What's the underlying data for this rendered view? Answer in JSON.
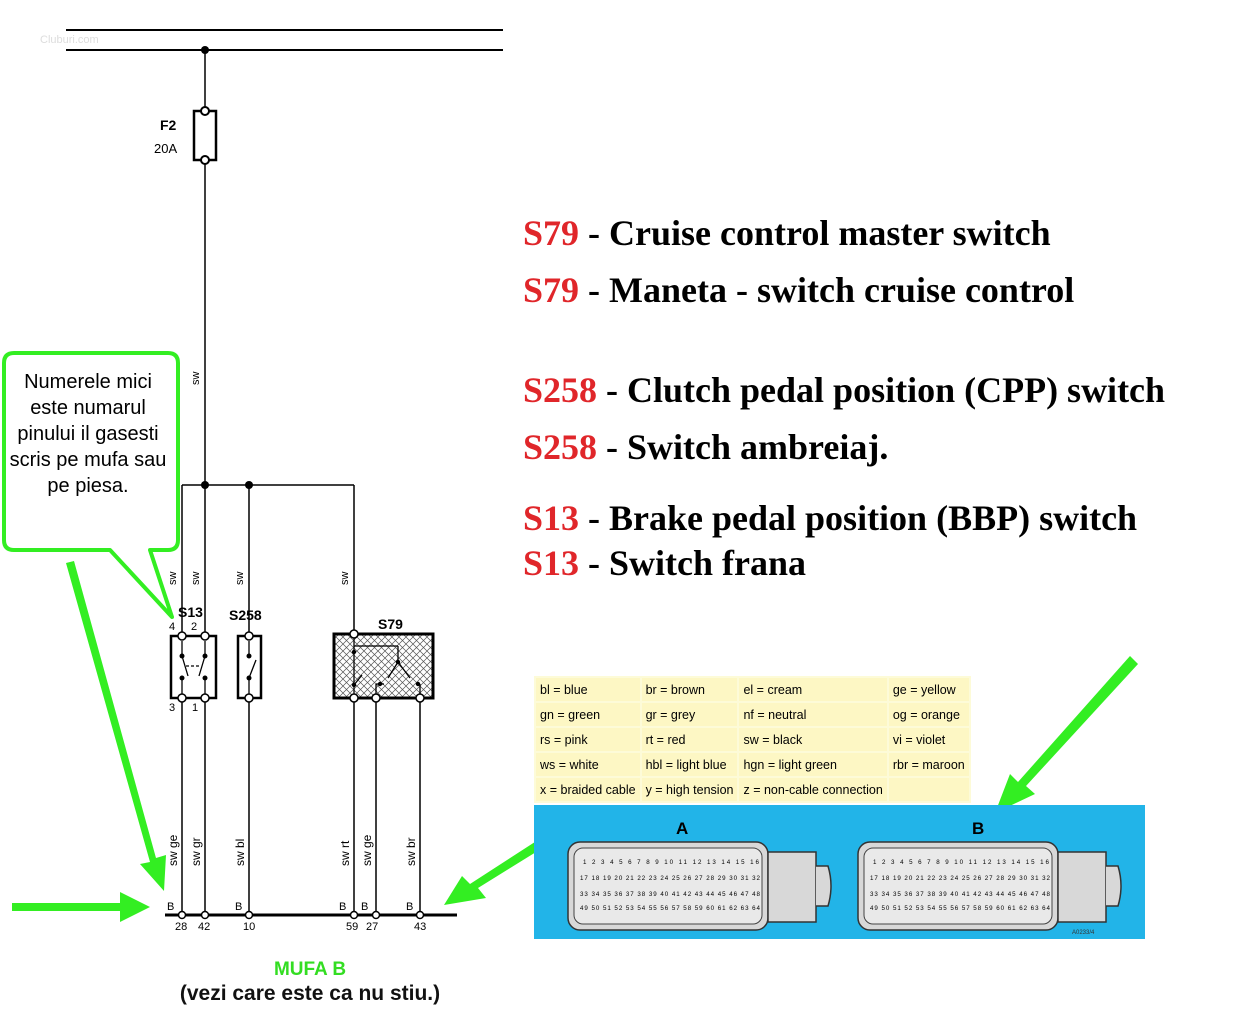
{
  "watermark": "Cluburi.com",
  "fuse": {
    "name": "F2",
    "rating": "20A"
  },
  "legend": [
    {
      "code": "S79",
      "text": " - Cruise control master switch"
    },
    {
      "code": "S79",
      "text": " - Maneta - switch cruise control"
    },
    {
      "code": "S258",
      "text": " - Clutch pedal position (CPP) switch"
    },
    {
      "code": "S258",
      "text": " - Switch ambreiaj."
    },
    {
      "code": "S13",
      "text": " - Brake pedal position (BBP) switch"
    },
    {
      "code": "S13",
      "text": " - Switch frana"
    }
  ],
  "callout": "Numerele mici este numarul pinului il gasesti scris pe mufa sau pe piesa.",
  "components": {
    "s13": "S13",
    "s258": "S258",
    "s79": "S79"
  },
  "component_pins": {
    "s13_top_left": "4",
    "s13_top_right": "2",
    "s13_bottom_left": "3",
    "s13_bottom_right": "1"
  },
  "wire_labels": {
    "main": "sw",
    "s13_left_top": "sw",
    "s13_right_top": "sw",
    "s258_top": "sw",
    "s79_top": "sw",
    "w1": "sw ge",
    "w2": "sw gr",
    "w3": "sw bl",
    "w4": "sw rt",
    "w5": "sw ge",
    "w6": "sw br"
  },
  "connector_letter": "B",
  "connector_pins": [
    "28",
    "42",
    "10",
    "59",
    "27",
    "43"
  ],
  "mufa": {
    "title": "MUFA B",
    "subtitle": "(vezi care este ca nu stiu.)"
  },
  "color_codes": [
    [
      "bl = blue",
      "br = brown",
      "el = cream",
      "ge = yellow"
    ],
    [
      "gn = green",
      "gr = grey",
      "nf = neutral",
      "og = orange"
    ],
    [
      "rs = pink",
      "rt = red",
      "sw = black",
      "vi = violet"
    ],
    [
      "ws = white",
      "hbl = light blue",
      "hgn = light green",
      "rbr = maroon"
    ],
    [
      "x = braided cable",
      "y = high tension",
      "z = non-cable connection",
      ""
    ]
  ],
  "ecu_connectors": {
    "a_label": "A",
    "b_label": "B",
    "rows": [
      "1 2 3 4 5 6 7 8 9 10 11 12 13 14 15 16",
      "17 18 19 20 21 22 23 24 25 26 27 28 29 30 31 32",
      "33 34 35 36 37 38 39 40 41 42 43 44 45 46 47 48",
      "49 50 51 52 53 54 55 56 57 58 59 60 61 62 63 64"
    ],
    "ref": "A0233/4"
  },
  "colors": {
    "arrow_green": "#33ee22",
    "code_red": "#e0262a",
    "connector_panel": "#22b4e8",
    "table_bg": "#fdf7c4"
  }
}
